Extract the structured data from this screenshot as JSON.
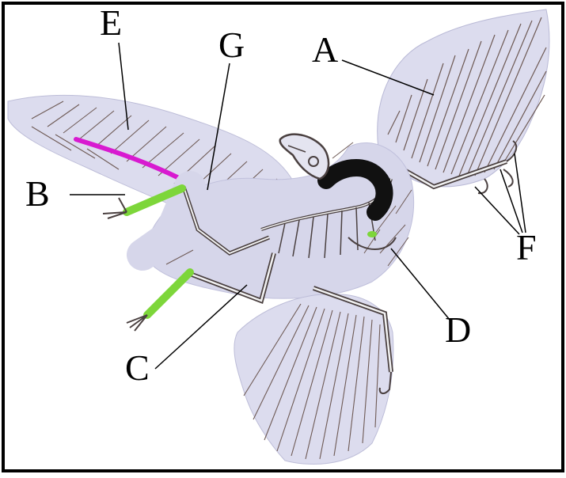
{
  "labels": {
    "a": "A",
    "b": "B",
    "c": "C",
    "d": "D",
    "e": "E",
    "f": "F",
    "g": "G"
  },
  "colors": {
    "feather_fill": "#dcdcee",
    "feather_fill_dark": "#c8c8e2",
    "feather_line": "#6e5a55",
    "bone": "#4a4040",
    "highlight_green": "#7dd63a",
    "highlight_magenta": "#d81ad0",
    "neck_black": "#111111",
    "border": "#000000"
  }
}
